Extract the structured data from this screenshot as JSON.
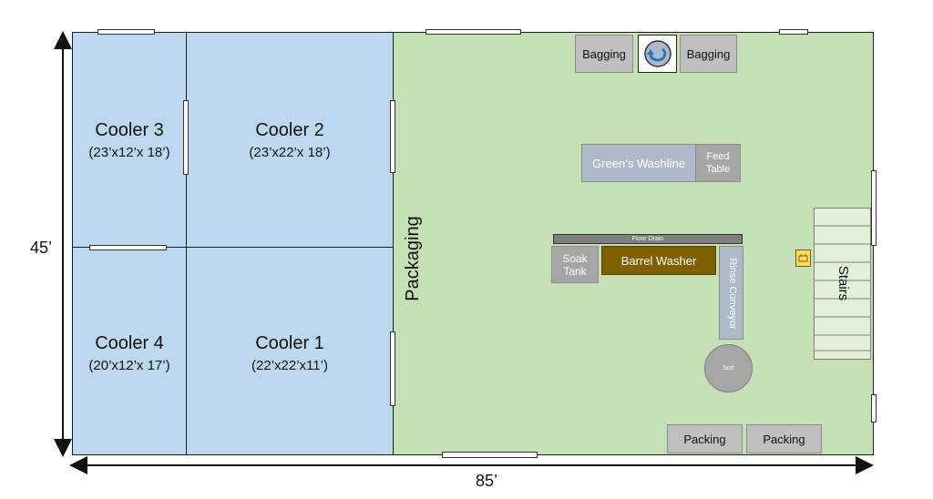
{
  "dimensions": {
    "height_label": "45’",
    "width_label": "85’"
  },
  "coolers": [
    {
      "name": "Cooler 3",
      "dims": "(23’x12’x 18’)"
    },
    {
      "name": "Cooler 2",
      "dims": "(23’x22’x 18’)"
    },
    {
      "name": "Cooler 4",
      "dims": "(20’x12’x 17’)"
    },
    {
      "name": "Cooler 1",
      "dims": "(22’x22’x11’)"
    }
  ],
  "packaging_label": "Packaging",
  "equipment": {
    "bagging_left": "Bagging",
    "bagging_right": "Bagging",
    "greens_washline": "Green’s Washline",
    "feed_table": "Feed Table",
    "floor_drain": "Floor Drain",
    "soak_tank": "Soak Tank",
    "barrel_washer": "Barrel Washer",
    "rinse_conveyor": "Rinse Conveyor",
    "sort": "Sort",
    "stairs": "Stairs",
    "packing_left": "Packing",
    "packing_right": "Packing"
  },
  "colors": {
    "cooler": "#bdd7ee",
    "packing_floor": "#c5e0b4",
    "equipment_grey": "#bfbfbf",
    "washline": "#adb9ca",
    "barrel_washer": "#7f6000",
    "panel_yellow": "#ffd966"
  }
}
